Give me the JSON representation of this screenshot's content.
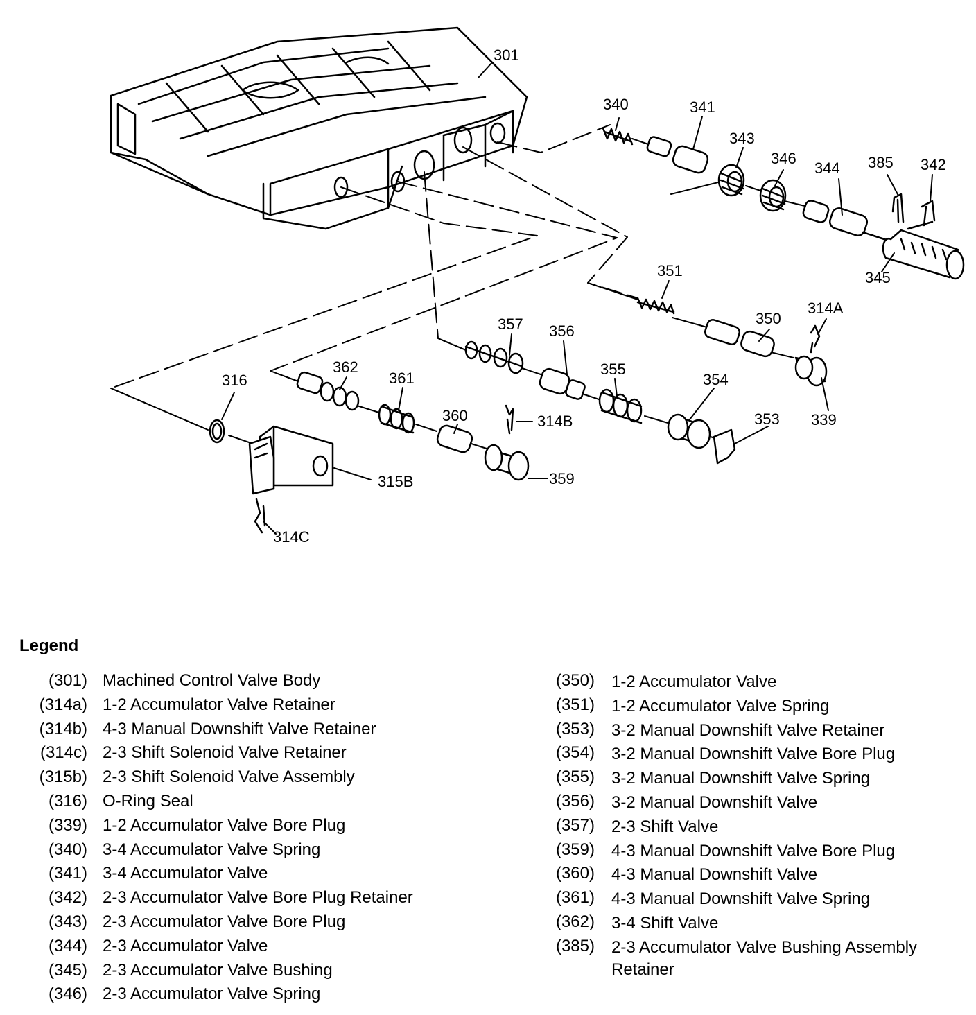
{
  "callouts": {
    "c301": "301",
    "c340": "340",
    "c341": "341",
    "c343": "343",
    "c346": "346",
    "c344": "344",
    "c385": "385",
    "c342": "342",
    "c345": "345",
    "c351": "351",
    "c314A": "314A",
    "c350": "350",
    "c339": "339",
    "c357": "357",
    "c356": "356",
    "c355": "355",
    "c354": "354",
    "c353": "353",
    "c362": "362",
    "c361": "361",
    "c360": "360",
    "c314B": "314B",
    "c359": "359",
    "c316": "316",
    "c315B": "315B",
    "c314C": "314C"
  },
  "legend": {
    "title": "Legend",
    "left": [
      {
        "num": "(301)",
        "desc": "Machined Control Valve Body"
      },
      {
        "num": "(314a)",
        "desc": "1-2 Accumulator Valve Retainer"
      },
      {
        "num": "(314b)",
        "desc": "4-3 Manual Downshift Valve Retainer"
      },
      {
        "num": "(314c)",
        "desc": "2-3 Shift Solenoid Valve Retainer"
      },
      {
        "num": "(315b)",
        "desc": "2-3 Shift Solenoid Valve Assembly"
      },
      {
        "num": "(316)",
        "desc": "O-Ring Seal"
      },
      {
        "num": "(339)",
        "desc": "1-2 Accumulator Valve Bore Plug"
      },
      {
        "num": "(340)",
        "desc": "3-4 Accumulator Valve Spring"
      },
      {
        "num": "(341)",
        "desc": "3-4 Accumulator Valve"
      },
      {
        "num": "(342)",
        "desc": "2-3 Accumulator Valve Bore Plug Retainer"
      },
      {
        "num": "(343)",
        "desc": "2-3 Accumulator Valve Bore Plug"
      },
      {
        "num": "(344)",
        "desc": "2-3 Accumulator Valve"
      },
      {
        "num": "(345)",
        "desc": "2-3 Accumulator Valve Bushing"
      },
      {
        "num": "(346)",
        "desc": "2-3 Accumulator Valve Spring"
      }
    ],
    "right": [
      {
        "num": "(350)",
        "desc": "1-2 Accumulator Valve"
      },
      {
        "num": "(351)",
        "desc": "1-2 Accumulator Valve Spring"
      },
      {
        "num": "(353)",
        "desc": "3-2 Manual Downshift Valve Retainer"
      },
      {
        "num": "(354)",
        "desc": "3-2 Manual Downshift Valve Bore Plug"
      },
      {
        "num": "(355)",
        "desc": "3-2 Manual Downshift Valve Spring"
      },
      {
        "num": "(356)",
        "desc": "3-2 Manual Downshift Valve"
      },
      {
        "num": "(357)",
        "desc": "2-3 Shift Valve"
      },
      {
        "num": "(359)",
        "desc": "4-3 Manual Downshift Valve Bore Plug"
      },
      {
        "num": "(360)",
        "desc": "4-3 Manual Downshift Valve"
      },
      {
        "num": "(361)",
        "desc": "4-3 Manual Downshift Valve Spring"
      },
      {
        "num": "(362)",
        "desc": "3-4 Shift Valve"
      },
      {
        "num": "(385)",
        "desc": "2-3 Accumulator Valve Bushing Assembly Retainer"
      }
    ]
  }
}
